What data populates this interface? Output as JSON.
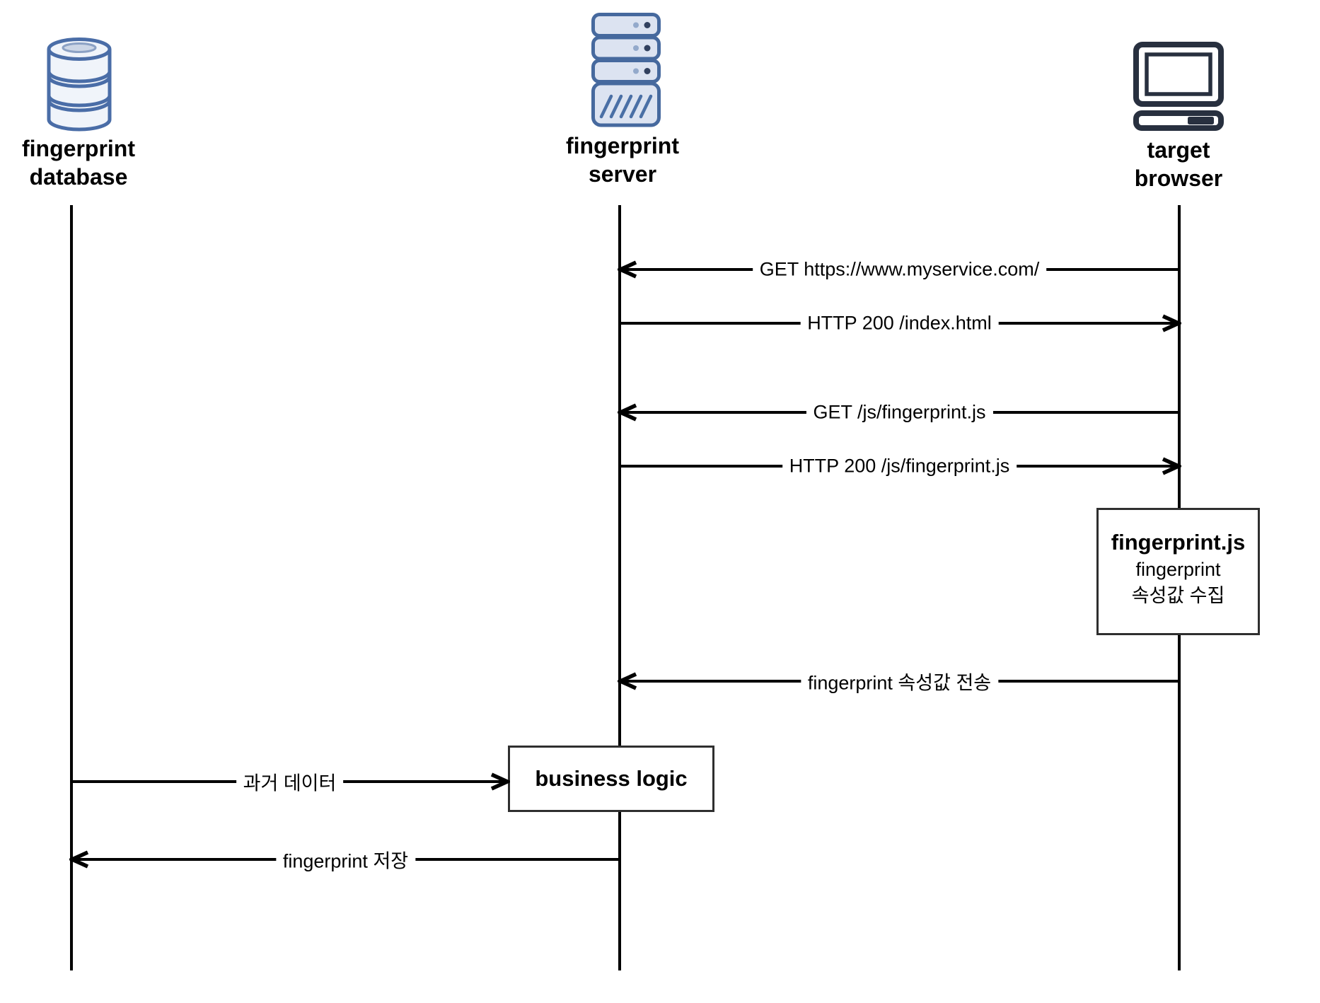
{
  "diagram": {
    "type": "sequence-diagram",
    "actors": [
      {
        "id": "fingerprint-database",
        "icon": "database-icon",
        "label_lines": [
          "fingerprint",
          "database"
        ]
      },
      {
        "id": "fingerprint-server",
        "icon": "server-icon",
        "label_lines": [
          "fingerprint",
          "server"
        ]
      },
      {
        "id": "target-browser",
        "icon": "computer-icon",
        "label_lines": [
          "target",
          "browser"
        ]
      }
    ],
    "messages": [
      {
        "label": "GET https://www.myservice.com/",
        "from": "target-browser",
        "to": "fingerprint-server",
        "arrow": "left"
      },
      {
        "label": "HTTP 200 /index.html",
        "from": "fingerprint-server",
        "to": "target-browser",
        "arrow": "right"
      },
      {
        "label": "GET /js/fingerprint.js",
        "from": "target-browser",
        "to": "fingerprint-server",
        "arrow": "left"
      },
      {
        "label": "HTTP 200 /js/fingerprint.js",
        "from": "fingerprint-server",
        "to": "target-browser",
        "arrow": "right"
      },
      {
        "label": "fingerprint 속성값 전송",
        "from": "target-browser",
        "to": "fingerprint-server",
        "arrow": "left"
      },
      {
        "label": "과거 데이터",
        "from": "fingerprint-database",
        "to": "business-logic-box",
        "arrow": "right"
      },
      {
        "label": "fingerprint 저장",
        "from": "fingerprint-server",
        "to": "fingerprint-database",
        "arrow": "left"
      }
    ],
    "boxes": {
      "fingerprint_js": {
        "title": "fingerprint.js",
        "lines": [
          "fingerprint",
          "속성값 수집"
        ]
      },
      "business_logic": {
        "title": "business logic"
      }
    },
    "colors": {
      "line_black": "#000000",
      "box_border": "#2f2f2f",
      "icon_blue_stroke": "#46699e",
      "icon_blue_fill": "#dce3f1",
      "database_fill": "#f0f4fa",
      "database_stroke": "#4a6da7",
      "dot_dark": "#32415f",
      "dot_light": "#93a9cb",
      "computer_dark_navy": "#28303f"
    }
  }
}
